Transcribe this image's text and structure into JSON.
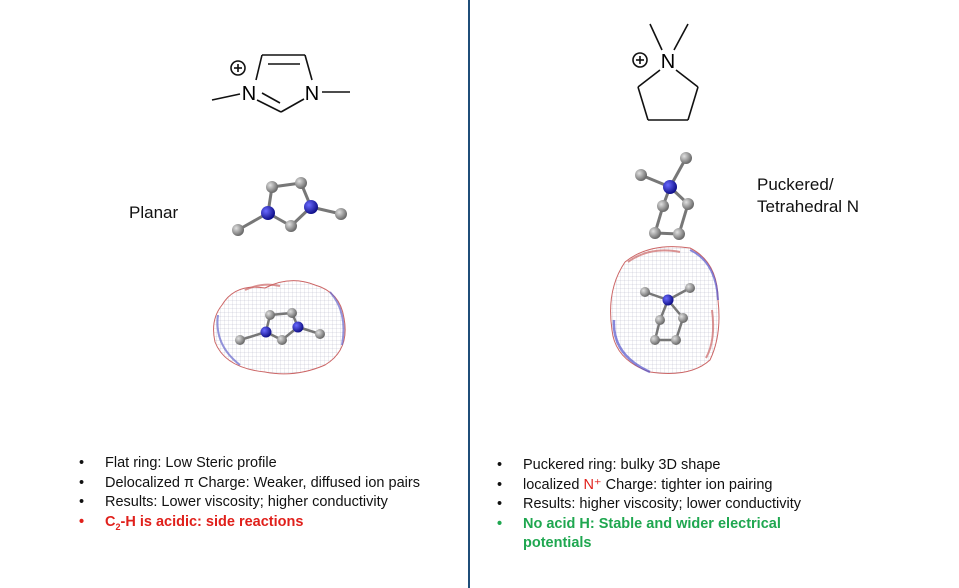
{
  "left": {
    "structure": {
      "atom_n_plus": "N",
      "atom_n": "N",
      "charge": "+"
    },
    "shape_label": "Planar",
    "bullets": [
      "Flat ring: Low Steric profile",
      "Delocalized π Charge: Weaker, diffused ion pairs",
      "Results: Lower viscosity; higher conductivity"
    ],
    "warning": {
      "prefix": "C",
      "subscript": "2",
      "suffix": "-H is acidic: side reactions"
    }
  },
  "right": {
    "structure": {
      "atom_n": "N",
      "charge": "+"
    },
    "shape_label_line1": "Puckered/",
    "shape_label_line2": "Tetrahedral N",
    "bullets": [
      "Puckered ring: bulky 3D shape",
      "Results: higher viscosity; lower conductivity"
    ],
    "localized": {
      "prefix": "localized ",
      "ion": "N⁺",
      "suffix": " Charge: tighter ion pairing"
    },
    "highlight": "No acid H: Stable and wider electrical potentials"
  },
  "colors": {
    "divider": "#1f4e79",
    "warning": "#e0201b",
    "positive": "#1fa750",
    "nitrogen": "#1a1acc",
    "carbon": "#8a8a8a"
  }
}
